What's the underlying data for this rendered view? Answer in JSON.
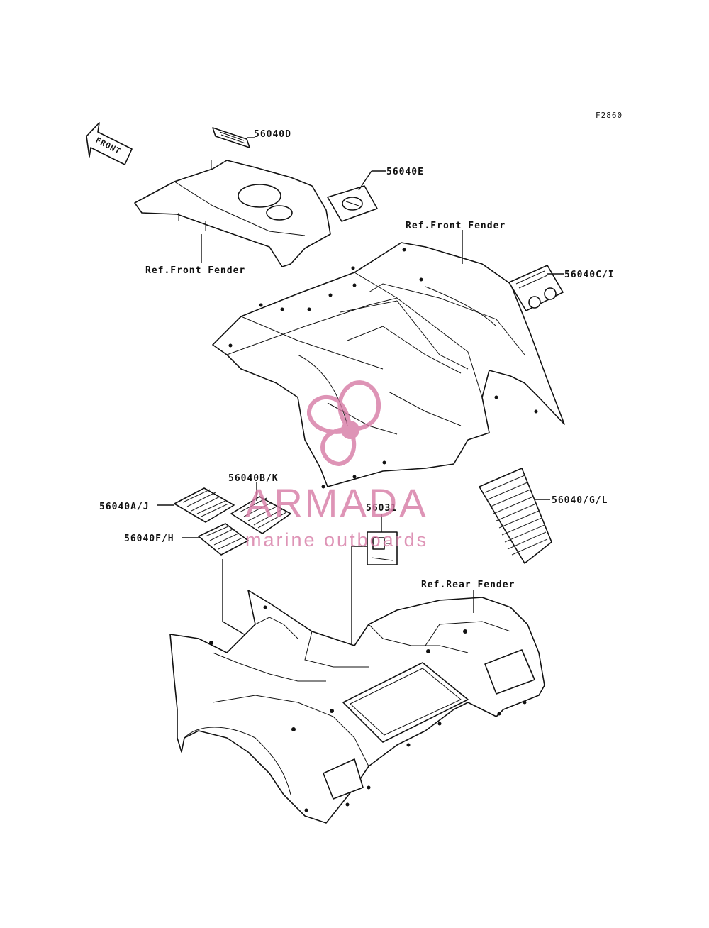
{
  "figure_id": "F2860",
  "front_label": "FRONT",
  "callouts": {
    "p56040D": "56040D",
    "p56040E": "56040E",
    "ref_front_fender_top": "Ref.Front Fender",
    "ref_front_fender_left": "Ref.Front Fender",
    "p56040C_I": "56040C/I",
    "p56040B_K": "56040B/K",
    "p56040A_J": "56040A/J",
    "p56040F_H": "56040F/H",
    "p56031": "56031",
    "p56040_G_L": "56040/G/L",
    "ref_rear_fender": "Ref.Rear Fender"
  },
  "watermark": {
    "brand": "ARMADA",
    "tagline": "marine outboards",
    "color": "#d77aa5"
  }
}
